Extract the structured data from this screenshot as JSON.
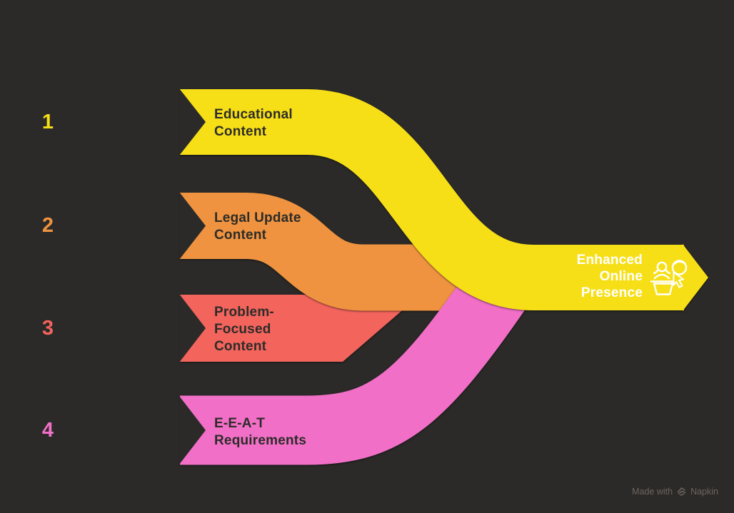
{
  "canvas": {
    "background": "#2B2A28"
  },
  "label_text_color": "#2D2C28",
  "items": [
    {
      "number": "1",
      "label": "Educational Content",
      "lines": [
        "Educational",
        "Content"
      ],
      "color": "#F7DF17"
    },
    {
      "number": "2",
      "label": "Legal Update Content",
      "lines": [
        "Legal Update",
        "Content"
      ],
      "color": "#EF9340"
    },
    {
      "number": "3",
      "label": "Problem-Focused Content",
      "lines": [
        "Problem-",
        "Focused",
        "Content"
      ],
      "color": "#F3645D"
    },
    {
      "number": "4",
      "label": "E-E-A-T Requirements",
      "lines": [
        "E-E-A-T",
        "Requirements"
      ],
      "color": "#F16FC7"
    }
  ],
  "output": {
    "label": "Enhanced Online Presence",
    "lines": [
      "Enhanced",
      "Online",
      "Presence"
    ],
    "color": "#F7DF17",
    "text_color": "#FFFFFF",
    "icon": "presenter-podium-cursor-icon"
  },
  "watermark": {
    "prefix": "Made with",
    "brand": "Napkin",
    "color": "#6E6560"
  }
}
